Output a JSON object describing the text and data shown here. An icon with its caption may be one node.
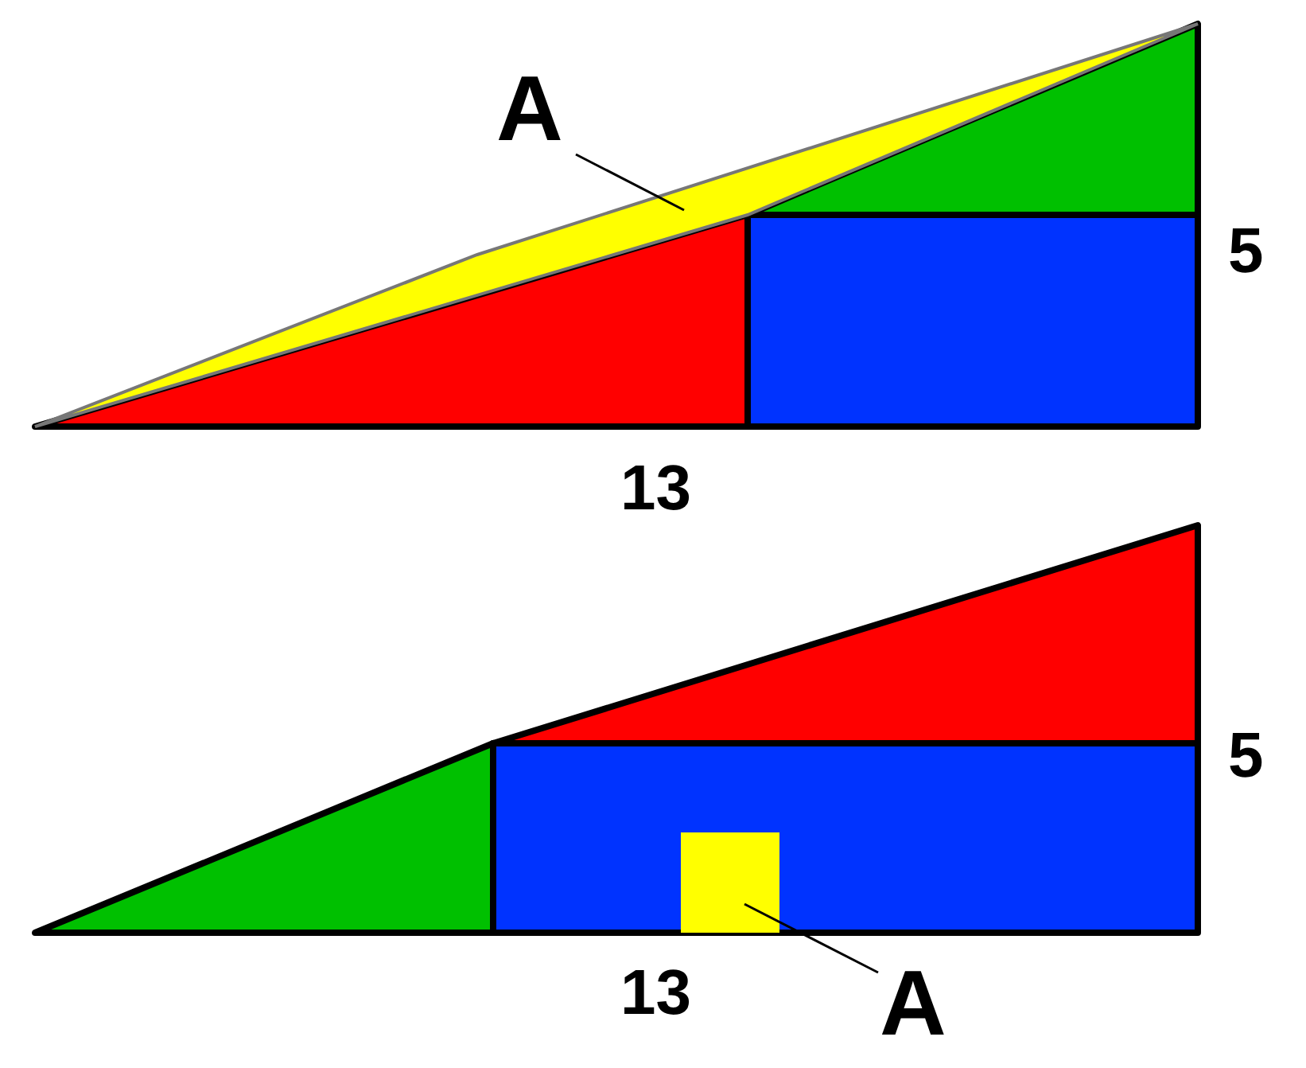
{
  "diagram": {
    "nodes": [
      {
        "text": [
          "A"
        ]
      },
      {
        "text": [],
        "shape": "triangle"
      },
      {
        "text": [],
        "shape": "box"
      },
      {
        "text": [
          "A"
        ]
      }
    ],
    "edges": [
      {
        "from": 0,
        "to": 1,
        "arrow": "none"
      },
      {
        "from": 3,
        "to": 2,
        "arrow": "none"
      }
    ],
    "labels": [
      "5",
      "13",
      "5",
      "13"
    ]
  }
}
